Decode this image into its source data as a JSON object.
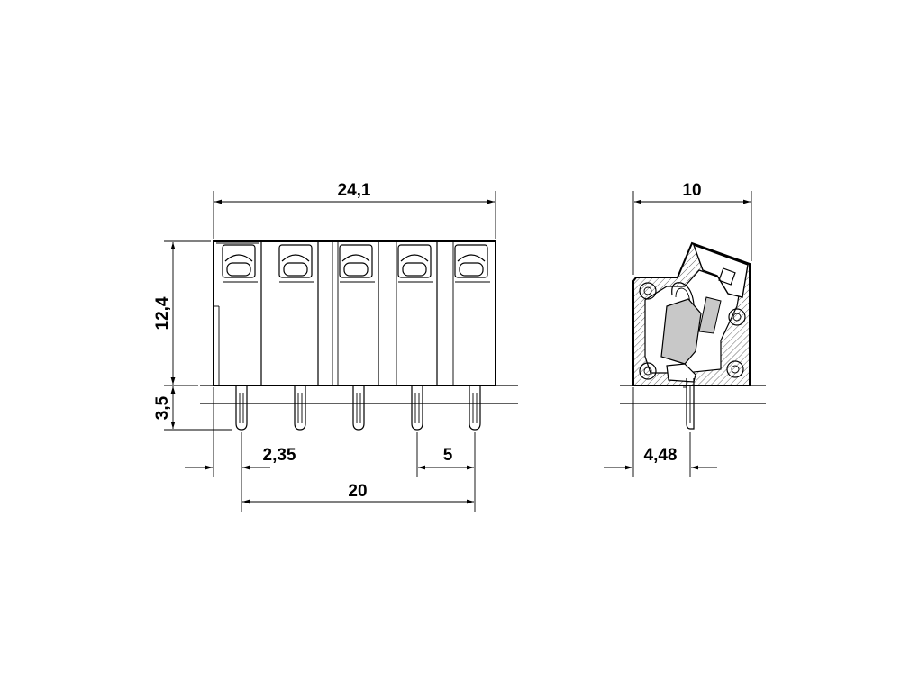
{
  "front_view": {
    "dimensions": {
      "overall_width": "24,1",
      "height": "12,4",
      "pin_length": "3,5",
      "edge_to_pin": "2,35",
      "pitch": "5",
      "pin_span": "20"
    },
    "positions": 5
  },
  "side_view": {
    "dimensions": {
      "depth": "10",
      "pin_offset": "4,48"
    }
  }
}
